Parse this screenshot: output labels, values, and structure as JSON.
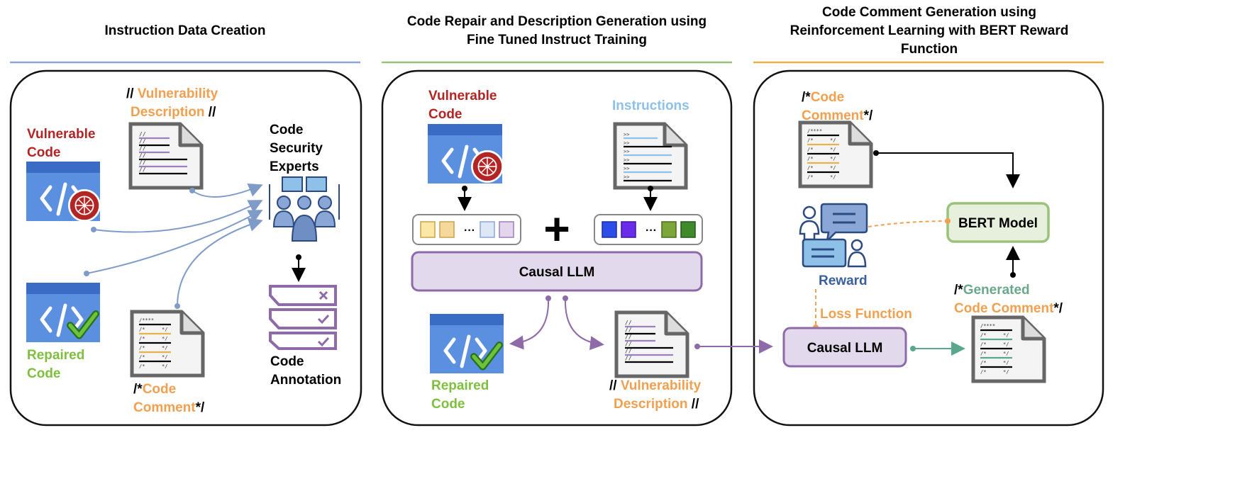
{
  "headers": {
    "left": "Instruction Data Creation",
    "middle_l1": "Code Repair and Description Generation using",
    "middle_l2": "Fine Tuned Instruct Training",
    "right_l1": "Code Comment Generation using",
    "right_l2": "Reinforcement Learning with BERT Reward",
    "right_l3": "Function"
  },
  "colors": {
    "blue": "#8aa6d6",
    "green": "#9bc27a",
    "orange": "#e7b24d",
    "red": "#b32424",
    "lime": "#7fbf3f",
    "orange_text": "#f0a050",
    "light_blue": "#8fc1e8",
    "purple": "#8e6ba8",
    "teal": "#5aa88c"
  },
  "left_panel": {
    "vd_prefix": "// ",
    "vd_word1": "Vulnerability",
    "vd_word2": "Description",
    "vd_suffix": " //",
    "vuln_l1": "Vulnerable",
    "vuln_l2": "Code",
    "experts_l1": "Code",
    "experts_l2": "Security",
    "experts_l3": "Experts",
    "repaired_l1": "Repaired",
    "repaired_l2": "Code",
    "cc_prefix": "/*",
    "cc_word1": "Code",
    "cc_word2": "Comment",
    "cc_suffix": "*/",
    "annot_l1": "Code",
    "annot_l2": "Annotation"
  },
  "middle_panel": {
    "vuln_l1": "Vulnerable",
    "vuln_l2": "Code",
    "instructions": "Instructions",
    "plus": "+",
    "ellipsis": "···",
    "llm": "Causal LLM",
    "repaired_l1": "Repaired",
    "repaired_l2": "Code",
    "vd_prefix": "// ",
    "vd_word1": "Vulnerability",
    "vd_word2": "Description",
    "vd_suffix": " //"
  },
  "right_panel": {
    "cc_prefix": "/*",
    "cc_word1": "Code",
    "cc_word2": "Comment",
    "cc_suffix": "*/",
    "bert": "BERT Model",
    "reward": "Reward",
    "loss": "Loss Function",
    "gen_prefix": "/*",
    "gen_word1": "Generated",
    "gen_word2": "Code Comment",
    "gen_suffix": "*/",
    "llm": "Causal LLM"
  },
  "doc_glyphs": {
    "slashes": "//",
    "stars": "/****",
    "star": "/*",
    "star_end": "*/",
    "prompt": ">>"
  }
}
